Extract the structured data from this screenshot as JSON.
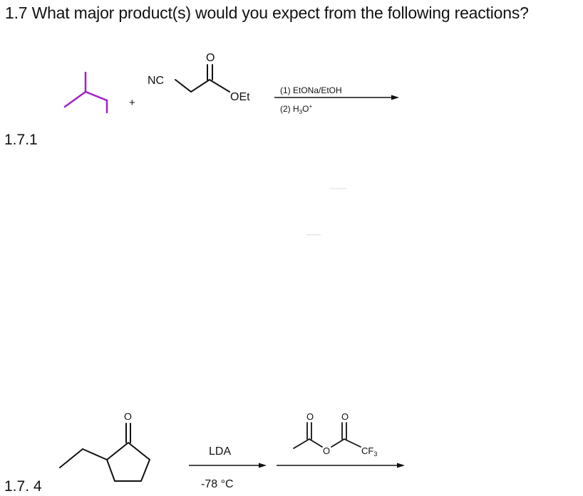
{
  "question": {
    "title": "1.7 What major product(s) would you expect from the following reactions?"
  },
  "problem_1_7_1": {
    "number": "1.7.1",
    "plus": "+",
    "reactant_2": {
      "nc_label": "NC",
      "o_label": "O",
      "oet_label": "OEt"
    },
    "conditions": {
      "step1": "(1) EtONa/EtOH",
      "step2_prefix": "(2) H",
      "step2_sub": "3",
      "step2_suffix": "O",
      "step2_sup": "+"
    },
    "reactant_1_color": "#a020c8"
  },
  "problem_1_7_4": {
    "number": "1.7. 4",
    "ketone": {
      "o_label": "O"
    },
    "step1": {
      "reagent": "LDA",
      "temperature": "-78 °C"
    },
    "anhydride": {
      "o1_label": "O",
      "o2_label": "O",
      "bridge_o_label": "O",
      "cf3_label": "CF",
      "cf3_sub": "3"
    }
  }
}
